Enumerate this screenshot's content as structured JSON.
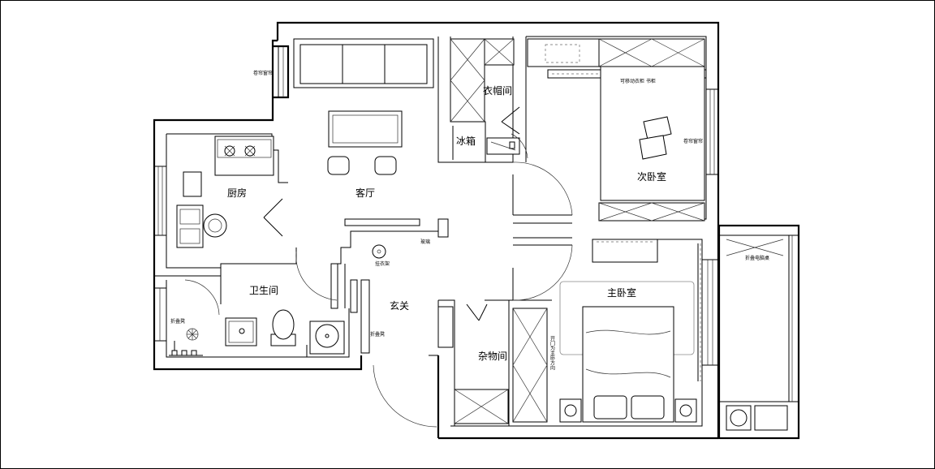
{
  "rooms": {
    "living_room": "客厅",
    "kitchen": "厨房",
    "bathroom": "卫生间",
    "entrance": "玄关",
    "cloakroom": "衣帽间",
    "fridge": "冰箱",
    "second_bedroom": "次卧室",
    "master_bedroom": "主卧室",
    "storage": "杂物间"
  },
  "annotations": {
    "curtain_left": "卷帘窗帘",
    "curtain_right": "卷帘窗帘",
    "wardrobe_desk": "可移动衣柜 书柜",
    "glass": "玻璃",
    "coat_hanger": "挂衣架",
    "folding_stool_bath": "折叠凳",
    "folding_stool_entry": "折叠凳",
    "folding_table": "折叠电脑桌",
    "door_note": "开门为主卧方向"
  }
}
